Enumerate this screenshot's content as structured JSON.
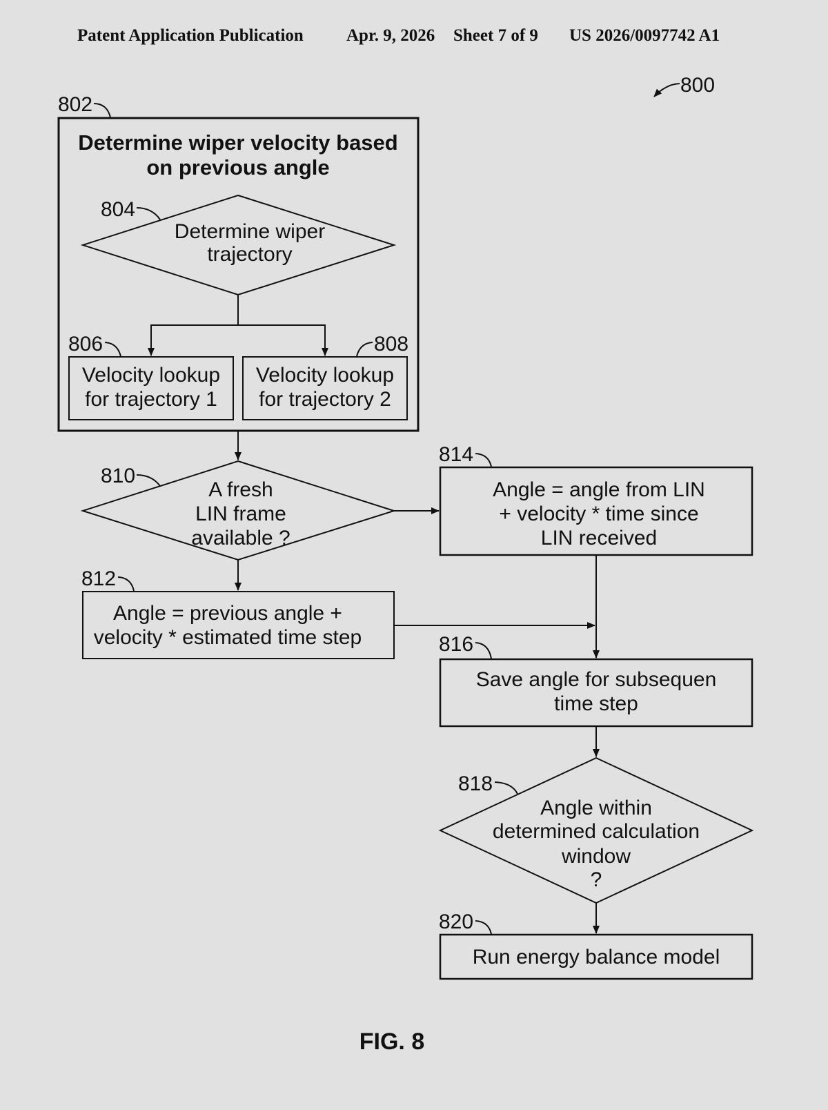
{
  "header": {
    "publication": "Patent Application Publication",
    "date": "Apr. 9, 2026",
    "sheet": "Sheet 7 of 9",
    "number": "US 2026/0097742 A1"
  },
  "figure": {
    "ref": "800",
    "label": "FIG. 8"
  },
  "nodes": {
    "n802": {
      "ref": "802",
      "type": "group",
      "lines": [
        "Determine wiper velocity based",
        "on previous angle"
      ]
    },
    "n804": {
      "ref": "804",
      "type": "decision",
      "lines": [
        "Determine wiper",
        "trajectory"
      ]
    },
    "n806": {
      "ref": "806",
      "type": "process",
      "lines": [
        "Velocity lookup",
        "for trajectory 1"
      ]
    },
    "n808": {
      "ref": "808",
      "type": "process",
      "lines": [
        "Velocity lookup",
        "for trajectory 2"
      ]
    },
    "n810": {
      "ref": "810",
      "type": "decision",
      "lines": [
        "A fresh",
        "LIN frame",
        "available ?"
      ]
    },
    "n812": {
      "ref": "812",
      "type": "process",
      "lines": [
        "Angle = previous angle +",
        "velocity * estimated time step"
      ]
    },
    "n814": {
      "ref": "814",
      "type": "process",
      "lines": [
        "Angle = angle from LIN",
        "+ velocity * time since",
        "LIN received"
      ]
    },
    "n816": {
      "ref": "816",
      "type": "process",
      "lines": [
        "Save angle for subsequen",
        "time step"
      ]
    },
    "n818": {
      "ref": "818",
      "type": "decision",
      "lines": [
        "Angle within",
        "determined calculation",
        "window",
        "?"
      ]
    },
    "n820": {
      "ref": "820",
      "type": "process",
      "lines": [
        "Run energy balance model"
      ]
    }
  },
  "edges": [
    {
      "from": "804",
      "to": "806"
    },
    {
      "from": "804",
      "to": "808"
    },
    {
      "from": "802",
      "to": "810"
    },
    {
      "from": "810",
      "to": "814"
    },
    {
      "from": "810",
      "to": "812"
    },
    {
      "from": "812",
      "to": "816"
    },
    {
      "from": "814",
      "to": "816"
    },
    {
      "from": "816",
      "to": "818"
    },
    {
      "from": "818",
      "to": "820"
    }
  ]
}
